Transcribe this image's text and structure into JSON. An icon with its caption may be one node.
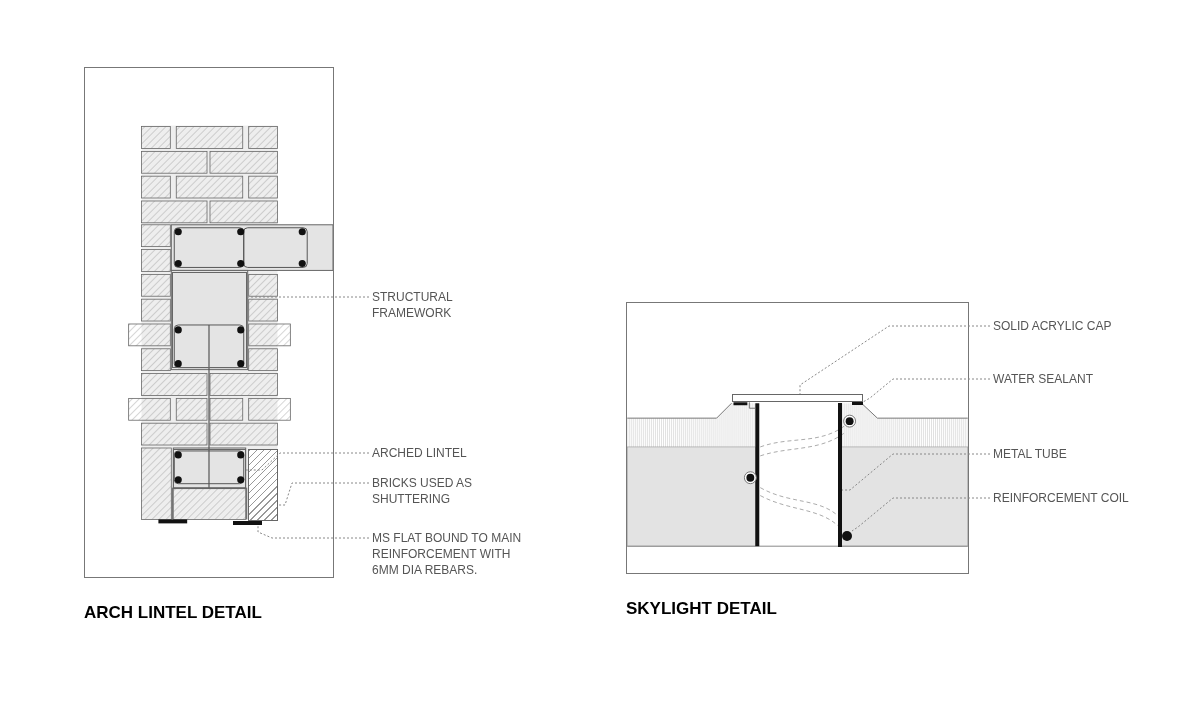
{
  "diagram": {
    "nodes": [
      {
        "text": [
          "ARCH LINTEL DETAIL"
        ]
      },
      {
        "text": [
          "STRUCTURAL FRAMEWORK"
        ]
      },
      {
        "text": [
          "ARCHED LINTEL"
        ]
      },
      {
        "text": [
          "BRICKS USED AS SHUTTERING"
        ]
      },
      {
        "text": [
          "MS FLAT BOUND TO MAIN REINFORCEMENT WITH 6MM DIA REBARS."
        ]
      },
      {
        "text": [],
        "shape": "box",
        "in": 0
      },
      {
        "text": [],
        "shape": "box",
        "in": 0
      },
      {
        "text": [],
        "shape": "box",
        "in": 0
      },
      {
        "text": [],
        "shape": "bar",
        "in": 0
      },
      {
        "text": [
          "SKYLIGHT DETAIL"
        ]
      },
      {
        "text": [
          "SOLID ACRYLIC CAP"
        ]
      },
      {
        "text": [
          "WATER SEALANT"
        ]
      },
      {
        "text": [
          "METAL TUBE"
        ]
      },
      {
        "text": [
          "REINFORCEMENT COIL"
        ]
      },
      {
        "text": [],
        "shape": "box",
        "in": 9
      },
      {
        "text": [],
        "shape": "bar",
        "in": 9
      },
      {
        "text": [],
        "shape": "bar",
        "in": 9
      },
      {
        "text": [],
        "shape": "circle",
        "in": 9
      }
    ],
    "edges": [
      {
        "from": 1,
        "to": 5,
        "arrow": "none",
        "style": "dashed"
      },
      {
        "from": 2,
        "to": 6,
        "arrow": "none",
        "style": "dashed"
      },
      {
        "from": 3,
        "to": 7,
        "arrow": "none",
        "style": "dashed"
      },
      {
        "from": 4,
        "to": 8,
        "arrow": "none",
        "style": "dashed"
      },
      {
        "from": 10,
        "to": 14,
        "arrow": "none",
        "style": "dashed"
      },
      {
        "from": 11,
        "to": 16,
        "arrow": "none",
        "style": "dashed"
      },
      {
        "from": 12,
        "to": 15,
        "arrow": "none",
        "style": "dashed"
      },
      {
        "from": 13,
        "to": 17,
        "arrow": "none",
        "style": "dashed"
      }
    ]
  }
}
